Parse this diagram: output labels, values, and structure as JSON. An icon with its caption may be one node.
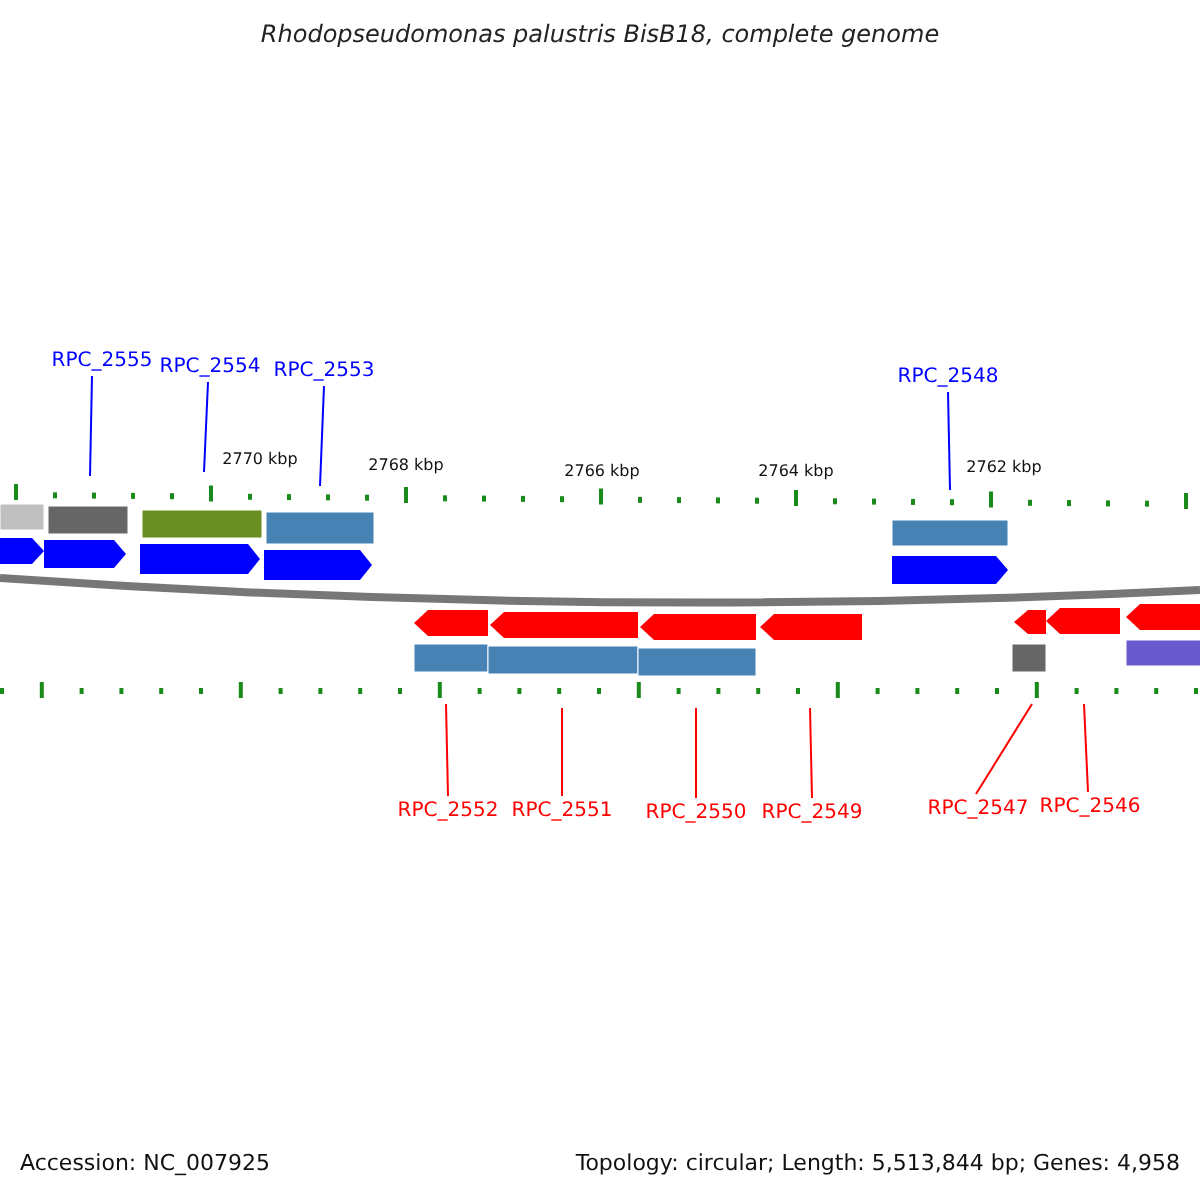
{
  "diagram": {
    "title": "Rhodopseudomonas palustris BisB18, complete genome",
    "nodes": [
      {
        "text": [
          "RPC_2555"
        ]
      },
      {
        "text": [
          "RPC_2554"
        ]
      },
      {
        "text": [
          "RPC_2553"
        ]
      },
      {
        "text": [
          "RPC_2548"
        ]
      },
      {
        "text": [
          "RPC_2552"
        ]
      },
      {
        "text": [
          "RPC_2551"
        ]
      },
      {
        "text": [
          "RPC_2550"
        ]
      },
      {
        "text": [
          "RPC_2549"
        ]
      },
      {
        "text": [
          "RPC_2547"
        ]
      },
      {
        "text": [
          "RPC_2546"
        ]
      }
    ],
    "edges": [
      {
        "from": 0,
        "to": null,
        "arrow": "none",
        "color": "#0000ff"
      },
      {
        "from": 1,
        "to": null,
        "arrow": "none",
        "color": "#0000ff"
      },
      {
        "from": 2,
        "to": null,
        "arrow": "none",
        "color": "#0000ff"
      },
      {
        "from": 3,
        "to": null,
        "arrow": "none",
        "color": "#0000ff"
      },
      {
        "from": 4,
        "to": null,
        "arrow": "none",
        "color": "#ff0000"
      },
      {
        "from": 5,
        "to": null,
        "arrow": "none",
        "color": "#ff0000"
      },
      {
        "from": 6,
        "to": null,
        "arrow": "none",
        "color": "#ff0000"
      },
      {
        "from": 7,
        "to": null,
        "arrow": "none",
        "color": "#ff0000"
      },
      {
        "from": 8,
        "to": null,
        "arrow": "none",
        "color": "#ff0000"
      },
      {
        "from": 9,
        "to": null,
        "arrow": "none",
        "color": "#ff0000"
      }
    ],
    "labels": [
      "2770 kbp",
      "2768 kbp",
      "2766 kbp",
      "2764 kbp",
      "2762 kbp",
      "Accession: NC_007925",
      "Topology: circular; Length: 5,513,844 bp; Genes: 4,958"
    ]
  }
}
